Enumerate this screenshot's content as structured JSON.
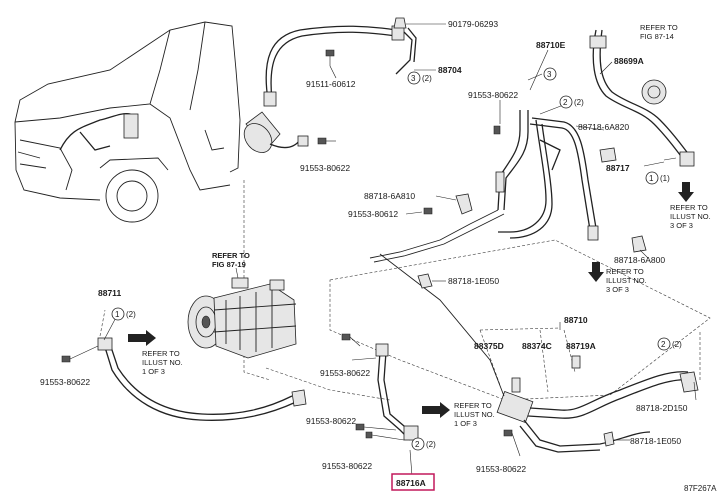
{
  "labels": {
    "p90179": "90179-06293",
    "p88704": "88704",
    "p91511": "91511-60612",
    "p91553_a": "91553-80622",
    "p88710e": "88710E",
    "p88699a": "88699A",
    "p91553_b": "91553-80622",
    "p88718_6a820": "88718-6A820",
    "p88717": "88717",
    "p88718_6a810": "88718-6A810",
    "p91553_c": "91553-80612",
    "p88718_6a800": "88718-6A800",
    "p88718_1e050_a": "88718-1E050",
    "p88711": "88711",
    "p91553_d": "91553-80622",
    "p88710": "88710",
    "p88375d": "88375D",
    "p88374c": "88374C",
    "p88719a": "88719A",
    "p91553_e": "91553-80622",
    "p91553_f": "91553-80622",
    "p91553_g": "91553-80622",
    "p88718_2d150": "88718-2D150",
    "p88718_1e050_b": "88718-1E050",
    "p91553_h": "91553-80622",
    "p88716a": "88716A",
    "diagram_id": "87F267A"
  },
  "refs": {
    "fig87_14": [
      "REFER TO",
      "FIG 87-14"
    ],
    "fig87_19": [
      "REFER TO",
      "FIG 87-19"
    ],
    "illust_right": [
      "REFER TO",
      "ILLUST NO.",
      "3 OF 3"
    ],
    "illust_mid": [
      "REFER TO",
      "ILLUST NO.",
      "3 OF 3"
    ],
    "illust_left": [
      "REFER TO",
      "ILLUST NO.",
      "1 OF 3"
    ],
    "illust_bottom": [
      "REFER TO",
      "ILLUST NO.",
      "1 OF 3"
    ]
  },
  "callouts": {
    "c3": "3",
    "c2": "2",
    "c1": "1",
    "q2": "(2)",
    "q1": "(1)"
  }
}
